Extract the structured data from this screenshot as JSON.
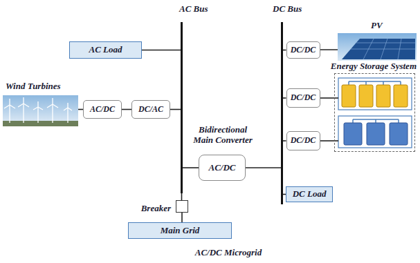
{
  "diagram": {
    "caption": "AC/DC Microgrid",
    "nodes": [
      {
        "text": [
          "AC Bus"
        ]
      },
      {
        "text": [
          "DC Bus"
        ]
      },
      {
        "text": [
          "AC Load"
        ]
      },
      {
        "text": [
          "DC/DC"
        ]
      },
      {
        "text": [
          "Energy Storage System"
        ]
      },
      {
        "text": [
          "AC/DC"
        ]
      },
      {
        "text": [
          "DC/AC"
        ]
      },
      {
        "text": [
          "DC/DC"
        ]
      },
      {
        "text": [
          "Bidirectional Main Converter",
          "AC/DC"
        ]
      },
      {
        "text": [
          "DC/DC"
        ]
      },
      {
        "text": [
          "DC Load"
        ]
      },
      {
        "text": [
          "Breaker"
        ]
      },
      {
        "text": [
          "Main Grid"
        ]
      }
    ],
    "edges": [
      {
        "from": 2,
        "to": 0,
        "arrow": "none"
      },
      {
        "from": 5,
        "to": 6,
        "arrow": "none"
      },
      {
        "from": 6,
        "to": 0,
        "arrow": "none"
      },
      {
        "from": 0,
        "to": 8,
        "arrow": "none"
      },
      {
        "from": 8,
        "to": 1,
        "arrow": "none"
      },
      {
        "from": 1,
        "to": 3,
        "arrow": "none"
      },
      {
        "from": 1,
        "to": 7,
        "arrow": "none"
      },
      {
        "from": 7,
        "to": 4,
        "arrow": "none"
      },
      {
        "from": 1,
        "to": 9,
        "arrow": "none"
      },
      {
        "from": 9,
        "to": 4,
        "arrow": "none"
      },
      {
        "from": 1,
        "to": 10,
        "arrow": "none"
      },
      {
        "from": 0,
        "to": 11,
        "arrow": "none"
      },
      {
        "from": 11,
        "to": 12,
        "arrow": "none"
      }
    ],
    "labels": [
      "Wind Turbines",
      "PV"
    ]
  }
}
